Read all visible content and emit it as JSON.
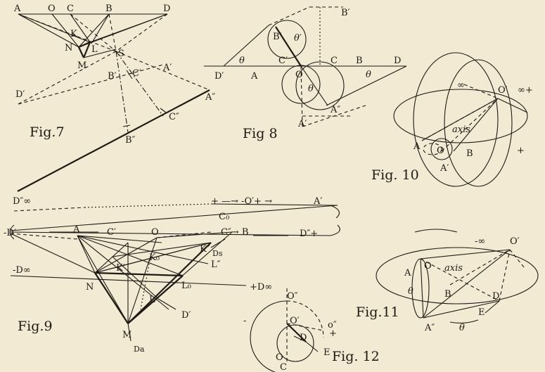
{
  "background_color": "#f3ead3",
  "ink_color": "#1e1a16",
  "fig7": {
    "caption": "Fig.7",
    "labels": {
      "A": "A",
      "O": "O",
      "C": "C",
      "B": "B",
      "D": "D",
      "K": "K",
      "N": "N",
      "L": "L",
      "M": "M",
      "S": "S",
      "B1": "B′",
      "C1": "C′",
      "A1": "A′",
      "D1": "D′",
      "A2": "A″",
      "C2": "C″",
      "B2": "B″",
      "D2": "D″∞"
    }
  },
  "fig8": {
    "caption": "Fig 8",
    "labels": {
      "B1": "B′",
      "B1b": "B′",
      "theta1": "θ′",
      "C1": "C′",
      "D1": "D′",
      "theta_a": "θ",
      "A": "A",
      "O": "O",
      "C": "C",
      "B": "B",
      "D": "D",
      "theta_b": "θ",
      "theta_c": "θ",
      "A2": "A″",
      "A1": "A′"
    }
  },
  "fig9": {
    "caption": "Fig.9",
    "labels": {
      "minus_D1": "-D′",
      "plus_O1_plus": "+ —→ -O′+ →",
      "A1": "A′",
      "C0": "C₀",
      "A": "A",
      "C1": "C′",
      "O": "O",
      "C2_B": "C″→ B",
      "D2_plus": "D″+",
      "K2": "K″",
      "Ds": "Ds",
      "K0": "K₀",
      "L2": "L″",
      "K1": "K′",
      "minus_Dinf": "-D∞",
      "plus_Dinf": "+D∞",
      "N": "N",
      "L0": "L₀",
      "L1": "L′",
      "D1b": "D′",
      "M": "M",
      "Da": "Da"
    }
  },
  "fig10": {
    "caption": "Fig. 10",
    "labels": {
      "inf": "∞",
      "O1": "O′",
      "inf_plus": "∞+",
      "axis": "axis",
      "A": "A",
      "O": "O",
      "B": "B",
      "A1": "A′",
      "plus": "+"
    }
  },
  "fig11": {
    "caption": "Fig.11",
    "labels": {
      "minus_inf": "-∞",
      "O1": "O′",
      "A": "A",
      "O": "O",
      "axis": "axis",
      "B": "B",
      "D": "D",
      "E": "E",
      "A2": "A″",
      "theta1": "θ",
      "theta2": "θ"
    }
  },
  "fig12": {
    "caption": "Fig. 12",
    "labels": {
      "O2": "O″",
      "O1": "O′",
      "O2b": "o″",
      "D": "D",
      "E": "E",
      "O": "O",
      "C": "C",
      "minus": "-",
      "plus": "+"
    }
  }
}
